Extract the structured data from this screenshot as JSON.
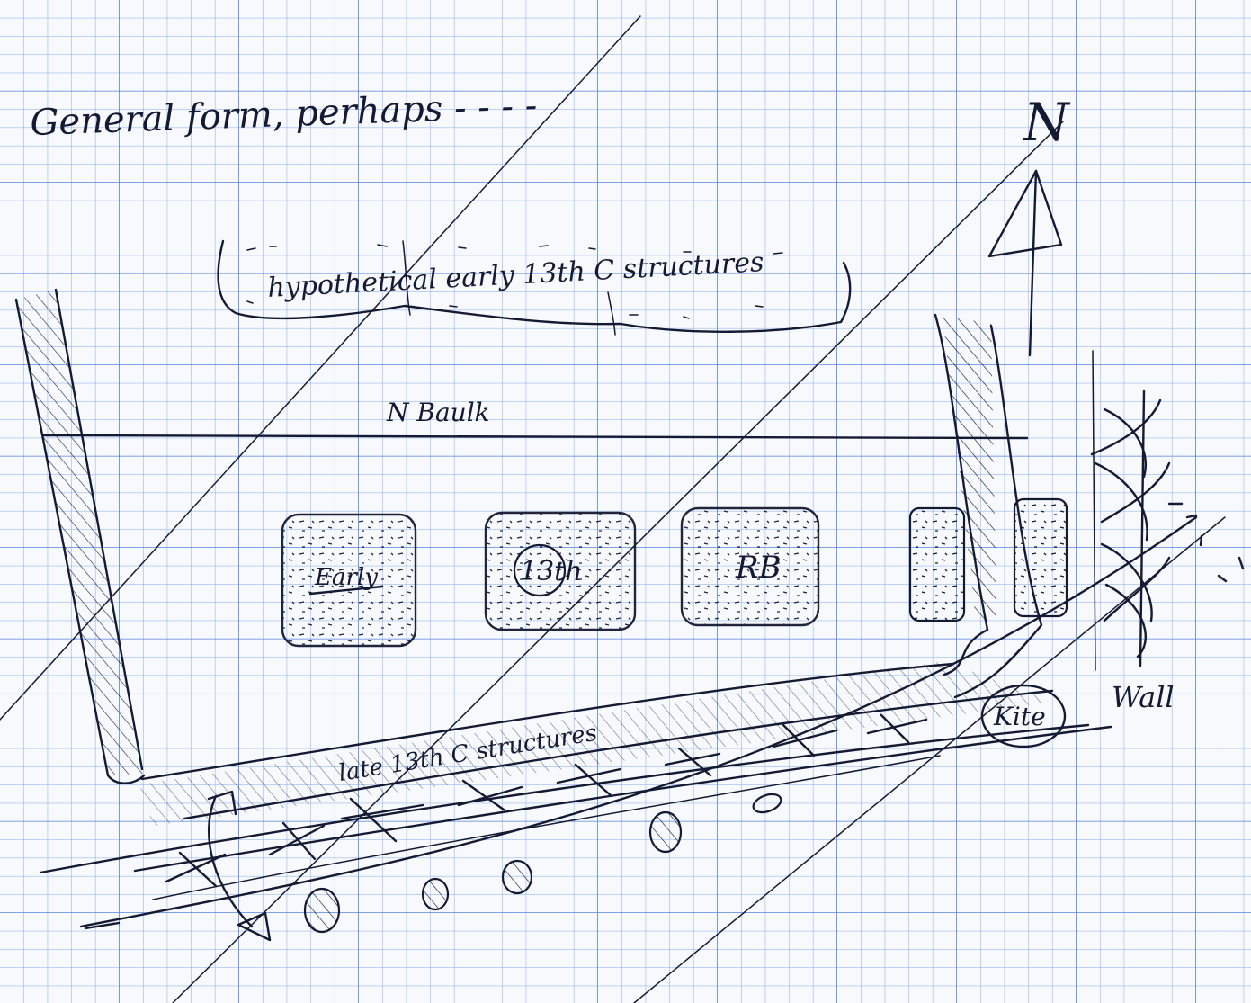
{
  "sheet": {
    "paper_color": "#f7f9fd",
    "grid_color": "#5b8fe0",
    "grid_major_color": "#3f74d6",
    "ink_color": "#151a33"
  },
  "notes": {
    "heading": "General form, perhaps - - - -",
    "hypothetical": "hypothetical early 13th C structures",
    "baulk": "N Baulk",
    "early": "Early",
    "box_13th": "13th",
    "box_rb": "RB",
    "late": "late 13th C structures",
    "kite": "Kite",
    "wall": "Wall",
    "north": "N"
  }
}
